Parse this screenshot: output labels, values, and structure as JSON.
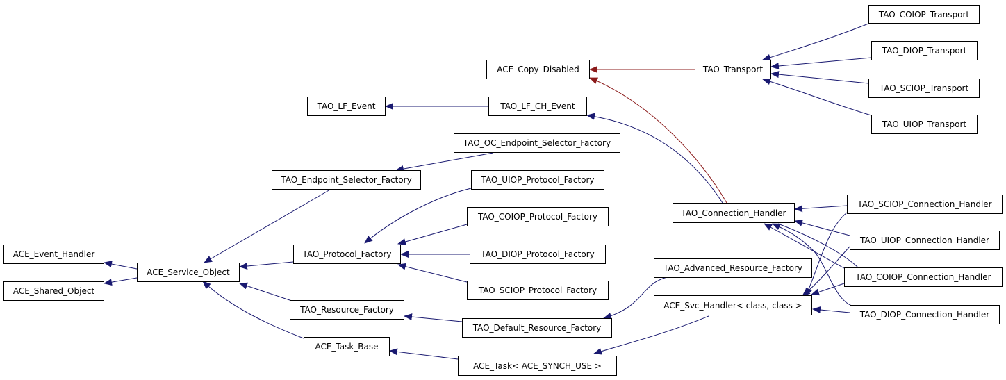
{
  "colors": {
    "inherit": "#191970",
    "private": "#8b1a1a",
    "border": "#000000",
    "background": "#ffffff"
  },
  "nodes": {
    "ace_copy_disabled": "ACE_Copy_Disabled",
    "tao_transport": "TAO_Transport",
    "tao_coiop_transport": "TAO_COIOP_Transport",
    "tao_diop_transport": "TAO_DIOP_Transport",
    "tao_sciop_transport": "TAO_SCIOP_Transport",
    "tao_uiop_transport": "TAO_UIOP_Transport",
    "tao_lf_event": "TAO_LF_Event",
    "tao_lf_ch_event": "TAO_LF_CH_Event",
    "tao_oc_endpoint_selector_factory": "TAO_OC_Endpoint_Selector_Factory",
    "tao_endpoint_selector_factory": "TAO_Endpoint_Selector_Factory",
    "tao_uiop_protocol_factory": "TAO_UIOP_Protocol_Factory",
    "tao_coiop_protocol_factory": "TAO_COIOP_Protocol_Factory",
    "tao_diop_protocol_factory": "TAO_DIOP_Protocol_Factory",
    "tao_sciop_protocol_factory": "TAO_SCIOP_Protocol_Factory",
    "tao_protocol_factory": "TAO_Protocol_Factory",
    "ace_event_handler": "ACE_Event_Handler",
    "ace_shared_object": "ACE_Shared_Object",
    "ace_service_object": "ACE_Service_Object",
    "tao_resource_factory": "TAO_Resource_Factory",
    "ace_task_base": "ACE_Task_Base",
    "tao_default_resource_factory": "TAO_Default_Resource_Factory",
    "ace_task": "ACE_Task< ACE_SYNCH_USE >",
    "tao_advanced_resource_factory": "TAO_Advanced_Resource_Factory",
    "ace_svc_handler": "ACE_Svc_Handler< class, class >",
    "tao_connection_handler": "TAO_Connection_Handler",
    "tao_sciop_connection_handler": "TAO_SCIOP_Connection_Handler",
    "tao_uiop_connection_handler": "TAO_UIOP_Connection_Handler",
    "tao_coiop_connection_handler": "TAO_COIOP_Connection_Handler",
    "tao_diop_connection_handler": "TAO_DIOP_Connection_Handler"
  }
}
